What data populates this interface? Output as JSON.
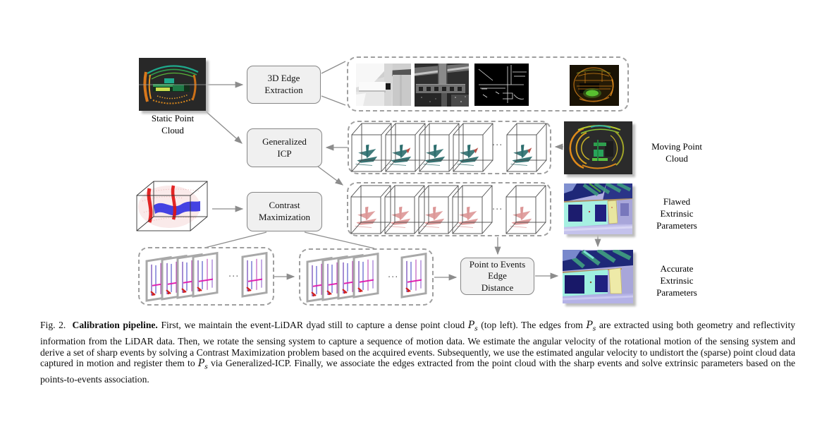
{
  "figure": {
    "nodes": {
      "edge_extraction": "3D Edge\nExtraction",
      "generalized_icp": "Generalized\nICP",
      "contrast_max": "Contrast\nMaximization",
      "point_to_events": "Point to Events\nEdge\nDistance"
    },
    "labels": {
      "static_pc": "Static Point\nCloud",
      "moving_pc": "Moving Point\nCloud",
      "flawed": "Flawed\nExtrinsic\nParameters",
      "accurate": "Accurate\nExtrinsic\nParameters"
    },
    "ellipsis": "···",
    "colors": {
      "arrow": "#8c8c8c",
      "box_fill": "#f0f0f0",
      "box_border": "#868686",
      "dashed_border": "#9f9f9f",
      "event_positive": "#e01414",
      "event_negative": "#2424e0",
      "moving_cloud_teal": "#2e6f6f",
      "undistorted_red": "#d98c8c"
    }
  },
  "caption": {
    "fig_label": "Fig. 2.",
    "title": "Calibration pipeline.",
    "body_1": "First, we maintain the event-LiDAR dyad still to capture a dense point cloud",
    "math_p": "P",
    "math_sub": "s",
    "body_2": "(top left). The edges from",
    "body_3": "are extracted using both geometry and reflectivity information from the LiDAR data. Then, we rotate the sensing system to capture a sequence of motion data. We estimate the angular velocity of the rotational motion of the sensing system and derive a set of sharp events by solving a Contrast Maximization problem based on the acquired events. Subsequently, we use the estimated angular velocity to undistort the (sparse) point cloud data captured in motion and register them to",
    "body_4": "via Generalized-ICP. Finally, we associate the edges extracted from the point cloud with the sharp events and solve extrinsic parameters based on the points-to-events association."
  }
}
